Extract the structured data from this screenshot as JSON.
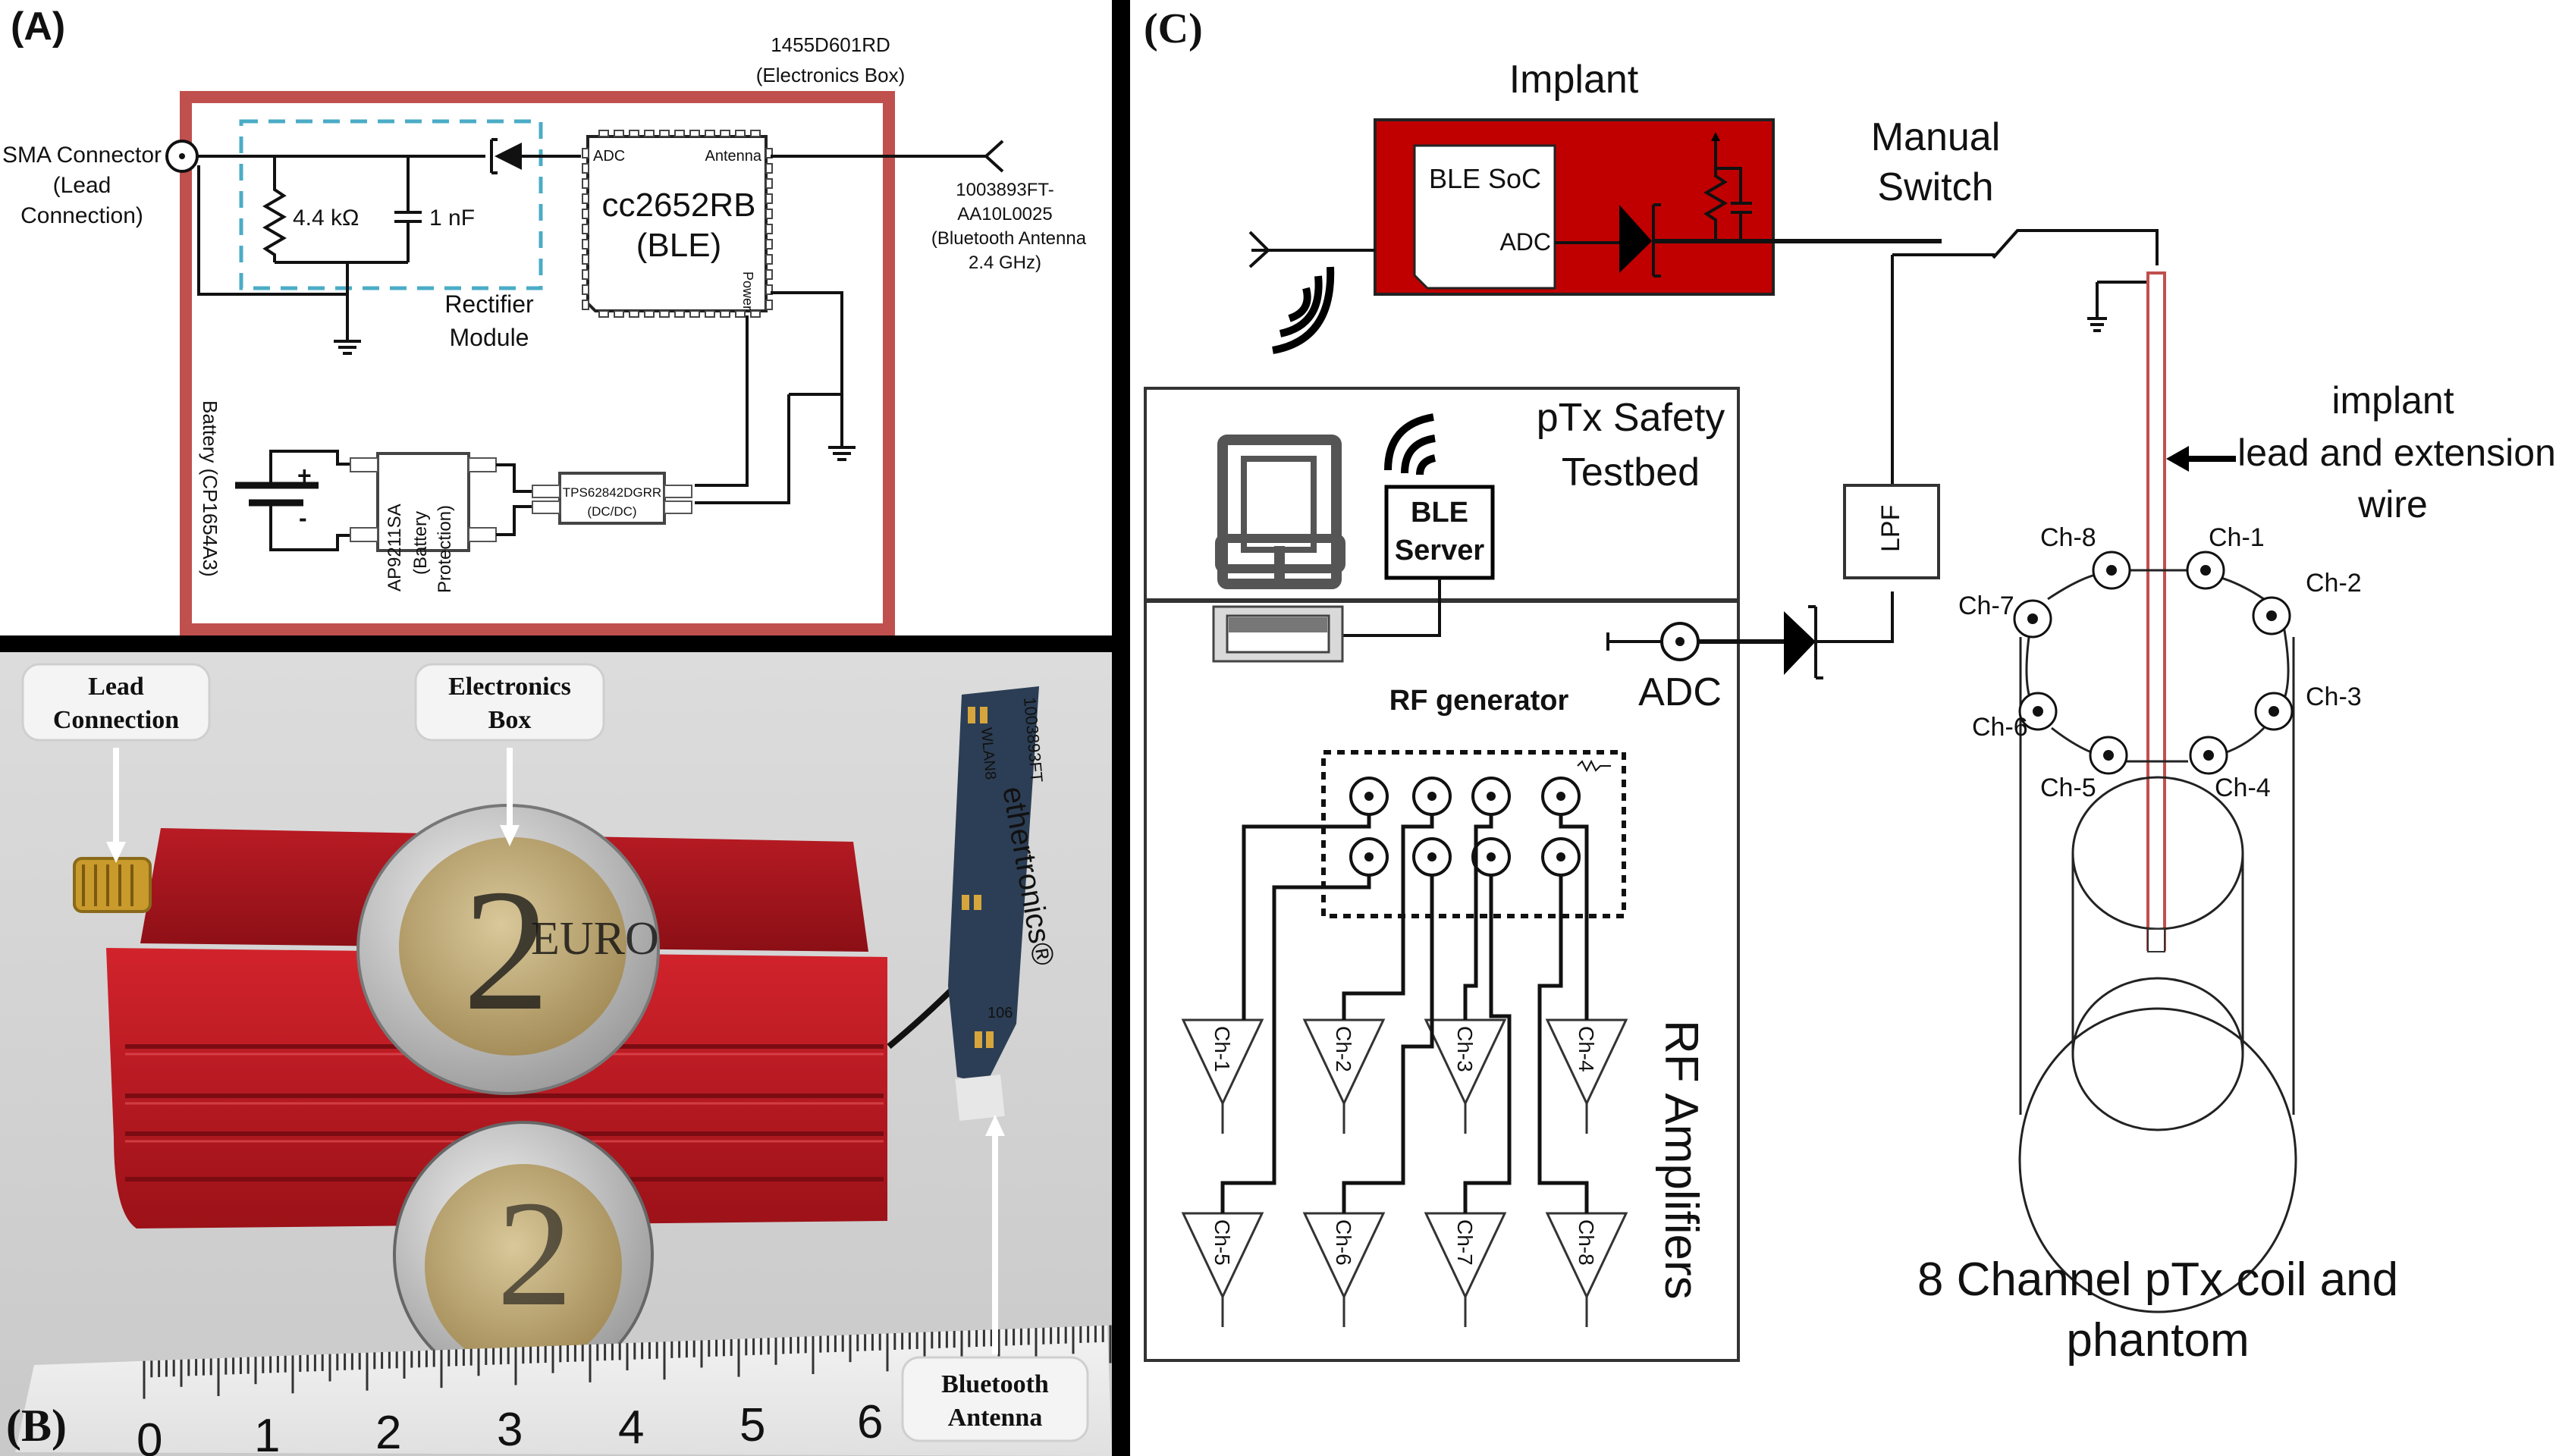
{
  "panels": {
    "a": {
      "label": "(A)",
      "box_part": "1455D601RD",
      "box_desc": "(Electronics Box)",
      "sma": [
        "SMA Connector",
        "(Lead",
        "Connection)"
      ],
      "resistor": "4.4 kΩ",
      "capacitor": "1 nF",
      "rectifier": [
        "Rectifier",
        "Module"
      ],
      "chip": [
        "cc2652RB",
        "(BLE)"
      ],
      "chip_pins": {
        "adc": "ADC",
        "antenna": "Antenna",
        "power": "Power"
      },
      "antenna": [
        "1003893FT-",
        "AA10L0025",
        "(Bluetooth Antenna",
        "2.4 GHz)"
      ],
      "battery": "Battery (CP1654A3)",
      "battery_plus": "+",
      "battery_minus": "-",
      "protection": [
        "AP9211SA",
        "(Battery",
        "Protection)"
      ],
      "dcdc": [
        "TPS62842DGRR",
        "(DC/DC)"
      ]
    },
    "b": {
      "label": "(B)",
      "callouts": {
        "lead": [
          "Lead",
          "Connection"
        ],
        "box": [
          "Electronics",
          "Box"
        ],
        "antenna": [
          "Bluetooth",
          "Antenna"
        ]
      },
      "coin_text": "EURO",
      "coin_value": "2",
      "antenna_brand": "ethertronics®",
      "antenna_code": "1003893FT",
      "antenna_sub": "WLAN8",
      "antenna_num": "106",
      "ruler_ticks": [
        "0",
        "1",
        "2",
        "3",
        "4",
        "5",
        "6"
      ]
    },
    "c": {
      "label": "(C)",
      "implant": "Implant",
      "soc": "BLE SoC",
      "soc_adc": "ADC",
      "switch": [
        "Manual",
        "Switch"
      ],
      "testbed": [
        "pTx Safety",
        "Testbed"
      ],
      "ble_server": [
        "BLE",
        "Server"
      ],
      "lpf": "LPF",
      "adc": "ADC",
      "rf_generator": "RF generator",
      "rf_amplifiers": "RF Amplifiers",
      "amplifiers": [
        "Ch-1",
        "Ch-2",
        "Ch-3",
        "Ch-4",
        "Ch-5",
        "Ch-6",
        "Ch-7",
        "Ch-8"
      ],
      "lead": [
        "implant",
        "lead and extension",
        "wire"
      ],
      "coil_channels": [
        "Ch-1",
        "Ch-2",
        "Ch-3",
        "Ch-4",
        "Ch-5",
        "Ch-6",
        "Ch-7",
        "Ch-8"
      ],
      "coil_caption": [
        "8 Channel pTx coil and",
        "phantom"
      ]
    }
  },
  "colors": {
    "box_outline": "#c0504d",
    "rectifier_dash": "#4bacc6",
    "implant_fill": "#c00000",
    "lead_wire": "#c0504d",
    "enclosure_red": "#b5121b"
  }
}
